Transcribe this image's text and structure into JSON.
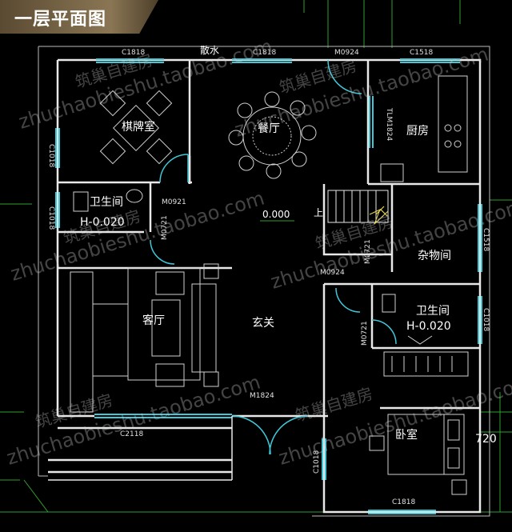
{
  "title": "一层平面图",
  "colors": {
    "background": "#000000",
    "wall": "#e8e8e8",
    "axis": "#2ea12e",
    "furniture": "#d0d0d0",
    "window": "#3fc8d8",
    "label": "#ffffff"
  },
  "labels": {
    "sanshui": "散水",
    "chess_room": "棋牌室",
    "dining": "餐厅",
    "kitchen": "厨房",
    "wc1": "卫生间",
    "wc1_level": "H-0.020",
    "level": "0.000",
    "up": "上",
    "storage": "杂物间",
    "living": "客厅",
    "entrance": "玄关",
    "wc2": "卫生间",
    "wc2_level": "H-0.020",
    "bedroom": "卧室",
    "dim_720": "720"
  },
  "codes": {
    "c1818_a": "C1818",
    "c1818_b": "C1818",
    "m0924_top": "M0924",
    "c1518_top": "C1518",
    "c1018_a": "C1018",
    "c1018_b": "C1018",
    "tlm1824": "TLM1824",
    "m0921": "M0921",
    "m0721_a": "M0721",
    "c1518_right": "C1518",
    "m0924_mid": "M0924",
    "m0721_b": "M0721",
    "m0721_c": "M0721",
    "c1018_right": "C1018",
    "m1824": "M1824",
    "c2118": "C2118",
    "c1018_bottom": "C1018",
    "c1818_bottom": "C1818"
  },
  "watermarks": {
    "cn": "筑巢自建房",
    "url": "zhuchaobieshu.taobao.com"
  }
}
